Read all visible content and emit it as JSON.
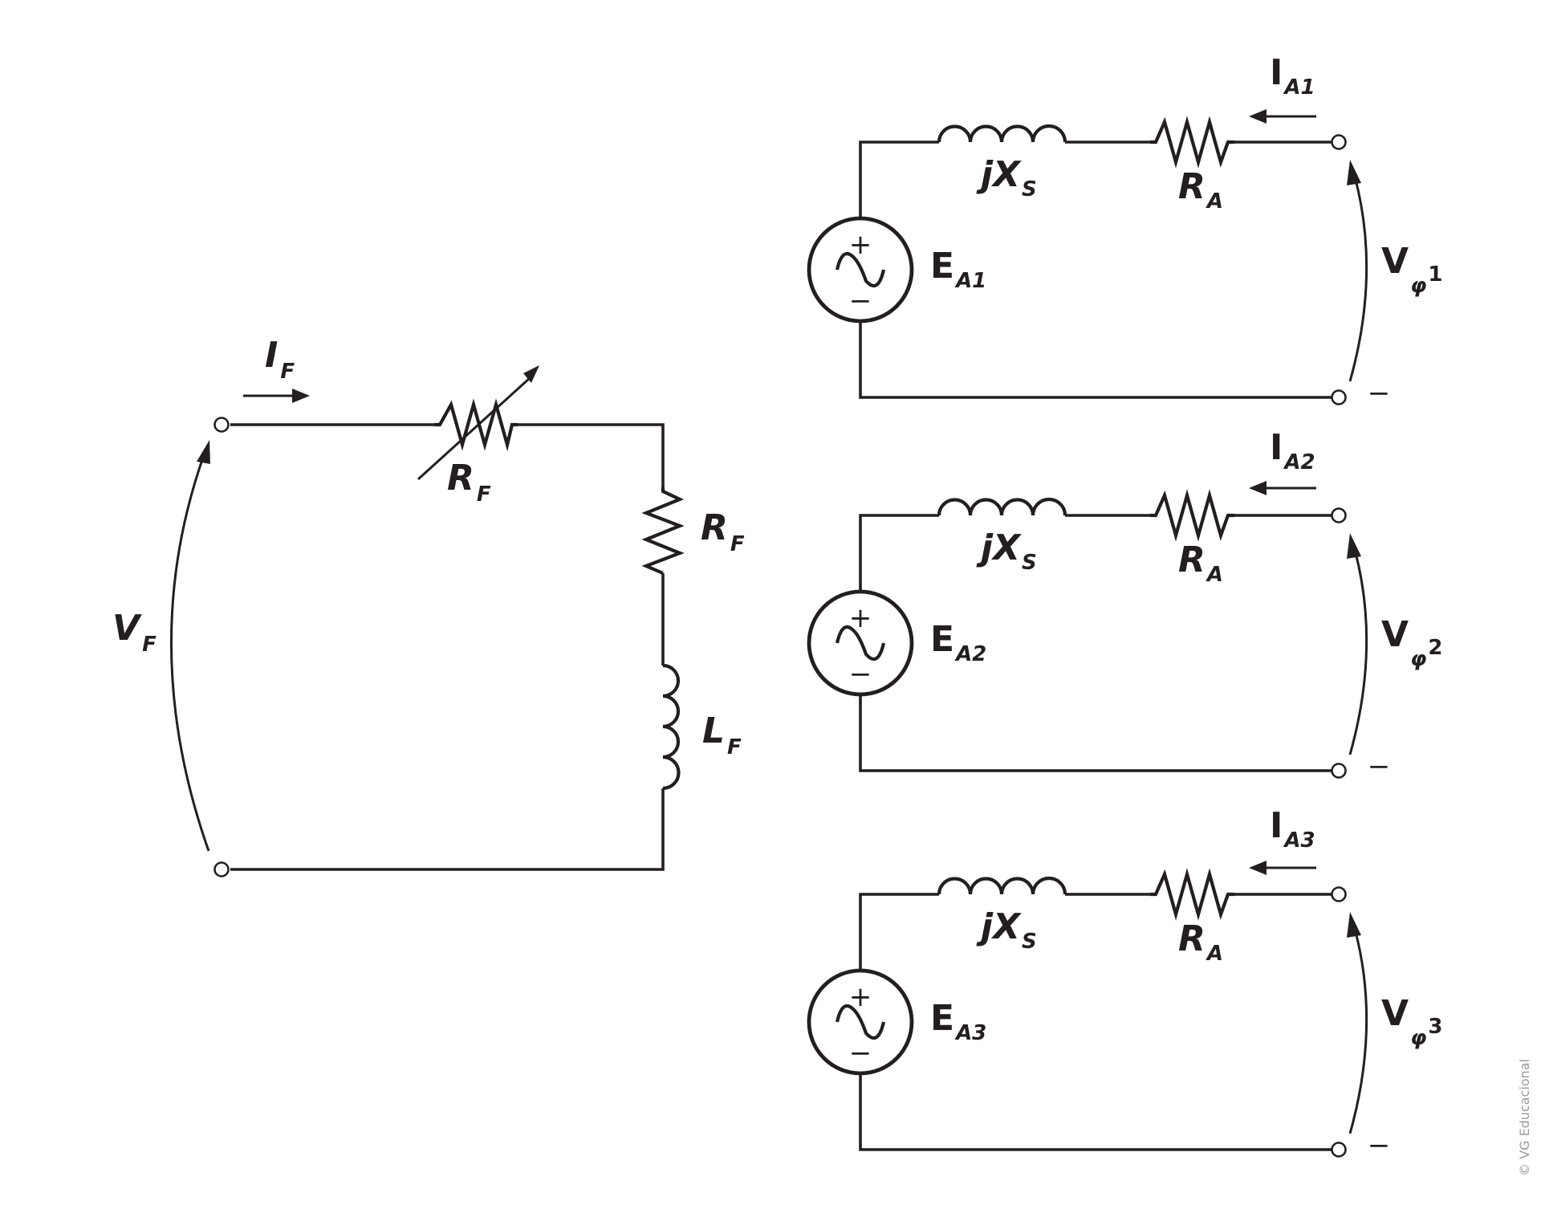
{
  "field_circuit": {
    "current": {
      "main": "I",
      "sub": "F"
    },
    "adj_resistor": {
      "main": "R",
      "sub": "F"
    },
    "resistor": {
      "main": "R",
      "sub": "F"
    },
    "inductor": {
      "main": "L",
      "sub": "F"
    },
    "voltage": {
      "main": "V",
      "sub": "F"
    }
  },
  "phases": [
    {
      "current": {
        "main": "I",
        "sub": "A1"
      },
      "reactance": {
        "main": "jX",
        "sub": "S"
      },
      "resistance": {
        "main": "R",
        "sub": "A"
      },
      "emf": {
        "main": "E",
        "sub": "A1"
      },
      "voltage": {
        "main": "V",
        "sub": "φ",
        "sup": "1"
      },
      "plus": "+",
      "minus": "−",
      "terminal_minus": "−"
    },
    {
      "current": {
        "main": "I",
        "sub": "A2"
      },
      "reactance": {
        "main": "jX",
        "sub": "S"
      },
      "resistance": {
        "main": "R",
        "sub": "A"
      },
      "emf": {
        "main": "E",
        "sub": "A2"
      },
      "voltage": {
        "main": "V",
        "sub": "φ",
        "sup": "2"
      },
      "plus": "+",
      "minus": "−",
      "terminal_minus": "−"
    },
    {
      "current": {
        "main": "I",
        "sub": "A3"
      },
      "reactance": {
        "main": "jX",
        "sub": "S"
      },
      "resistance": {
        "main": "R",
        "sub": "A"
      },
      "emf": {
        "main": "E",
        "sub": "A3"
      },
      "voltage": {
        "main": "V",
        "sub": "φ",
        "sup": "3"
      },
      "plus": "+",
      "minus": "−",
      "terminal_minus": "−"
    }
  ],
  "credit": "© VG Educacional",
  "colors": {
    "ink": "#231f20",
    "credit": "#9a9a9a",
    "background": "#ffffff"
  }
}
